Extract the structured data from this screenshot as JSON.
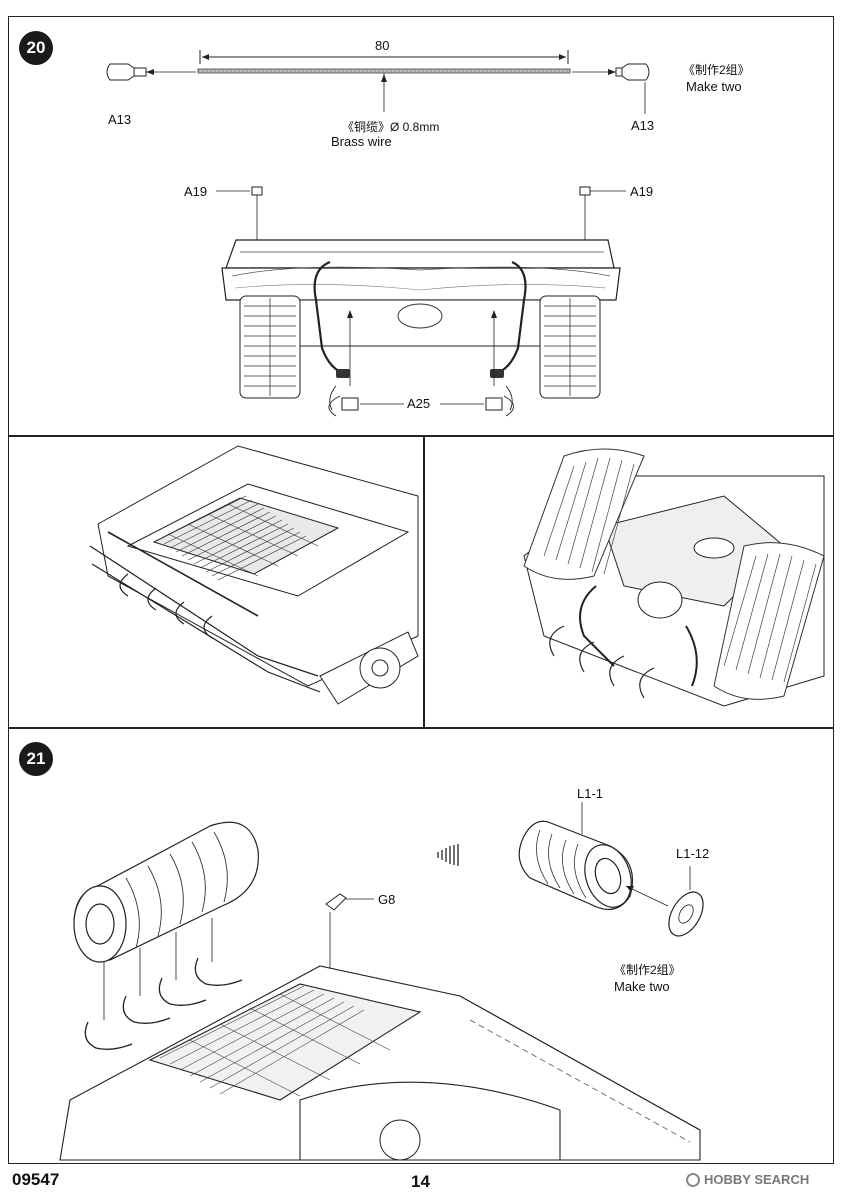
{
  "step20": {
    "number": "20",
    "dimension": "80",
    "part_left": "A13",
    "part_right": "A13",
    "wire_cn": "《铜缆》Ø 0.8mm",
    "wire_en": "Brass wire",
    "make_two_cn": "《制作2组》",
    "make_two_en": "Make two",
    "part_a19_left": "A19",
    "part_a19_right": "A19",
    "part_a25": "A25"
  },
  "step21": {
    "number": "21",
    "part_l1_1": "L1-1",
    "part_l1_12": "L1-12",
    "part_g8": "G8",
    "make_two_cn": "《制作2组》",
    "make_two_en": "Make two"
  },
  "footer": {
    "kit_number": "09547",
    "page_number": "14",
    "watermark_brand": "HOBBY SEARCH"
  },
  "colors": {
    "ink": "#111111",
    "frame": "#222222",
    "badge": "#1a1a1a"
  }
}
